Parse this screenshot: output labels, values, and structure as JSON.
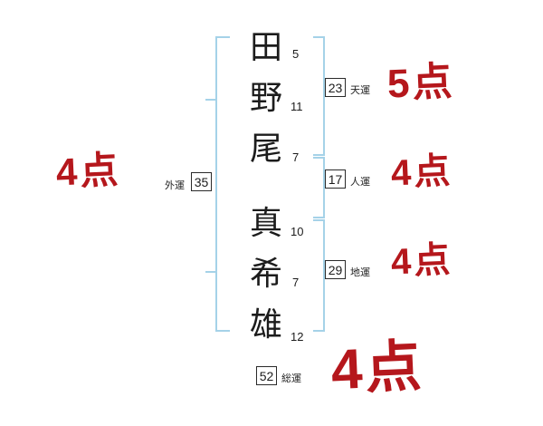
{
  "chart": {
    "characters": [
      {
        "char": "田",
        "strokes": "5"
      },
      {
        "char": "野",
        "strokes": "11"
      },
      {
        "char": "尾",
        "strokes": "7"
      },
      {
        "char": "真",
        "strokes": "10"
      },
      {
        "char": "希",
        "strokes": "7"
      },
      {
        "char": "雄",
        "strokes": "12"
      }
    ],
    "fortunes": {
      "heaven": {
        "label": "天運",
        "value": "23"
      },
      "person": {
        "label": "人運",
        "value": "17"
      },
      "earth": {
        "label": "地運",
        "value": "29"
      },
      "outer": {
        "label": "外運",
        "value": "35"
      },
      "total": {
        "label": "総運",
        "value": "52"
      }
    },
    "scores": {
      "heaven": "5点",
      "person": "4点",
      "earth": "4点",
      "outer": "4点",
      "total": "4点"
    },
    "colors": {
      "bracket_blue": "#a5d2e8",
      "score_red": "#b5171c"
    }
  }
}
